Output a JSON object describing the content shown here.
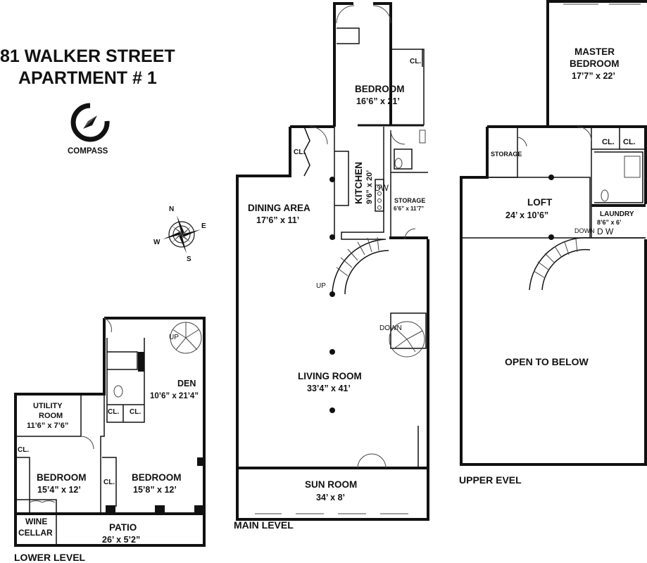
{
  "header": {
    "address": "81 WALKER STREET",
    "unit": "APARTMENT # 1",
    "compass_label": "COMPASS"
  },
  "compass_rose": {
    "n": "N",
    "e": "E",
    "s": "S",
    "w": "W"
  },
  "main_level": {
    "label": "MAIN LEVEL",
    "bedroom": {
      "name": "BEDROOM",
      "dims": "16’6” x 21’"
    },
    "bedroom_closet": "CL.",
    "dining_closet": "CL.",
    "kitchen": {
      "name": "KITCHEN",
      "dims": "9’6” x 20’",
      "appliance": "DW"
    },
    "storage": {
      "name": "STORAGE",
      "dims": "6’6” x 11’7”"
    },
    "dining": {
      "name": "DINING AREA",
      "dims": "17’6” x 11’"
    },
    "stair_up": "UP",
    "stair_down": "DOWN",
    "living": {
      "name": "LIVING ROOM",
      "dims": "33’4” x 41’"
    },
    "sunroom": {
      "name": "SUN ROOM",
      "dims": "34’ x 8’"
    }
  },
  "upper_level": {
    "label": "UPPER EVEL",
    "master": {
      "name1": "MASTER",
      "name2": "BEDROOM",
      "dims": "17’7” x 22’"
    },
    "closet1": "CL.",
    "closet2": "CL.",
    "storage": "STORAGE",
    "loft": {
      "name": "LOFT",
      "dims": "24’ x 10’6”"
    },
    "laundry": {
      "name": "LAUNDRY",
      "dims": "8’6” x 6’"
    },
    "dw": "D W",
    "stair_down": "DOWN",
    "open": "OPEN TO BELOW"
  },
  "lower_level": {
    "label": "LOWER LEVEL",
    "stair_up": "UP",
    "den": {
      "name": "DEN",
      "dims": "10’6” x 21’4”"
    },
    "utility": {
      "name1": "UTILITY",
      "name2": "ROOM",
      "dims": "11’6” x 7’6”"
    },
    "closet_a": "CL.",
    "closet_b": "CL.",
    "closet_c": "CL.",
    "closet_d": "CL.",
    "bedroom1": {
      "name": "BEDROOM",
      "dims": "15’4” x 12’"
    },
    "bedroom2": {
      "name": "BEDROOM",
      "dims": "15’8” x 12’"
    },
    "wine": {
      "name1": "WINE",
      "name2": "CELLAR"
    },
    "patio": {
      "name": "PATIO",
      "dims": "26’ x 5’2”"
    }
  }
}
